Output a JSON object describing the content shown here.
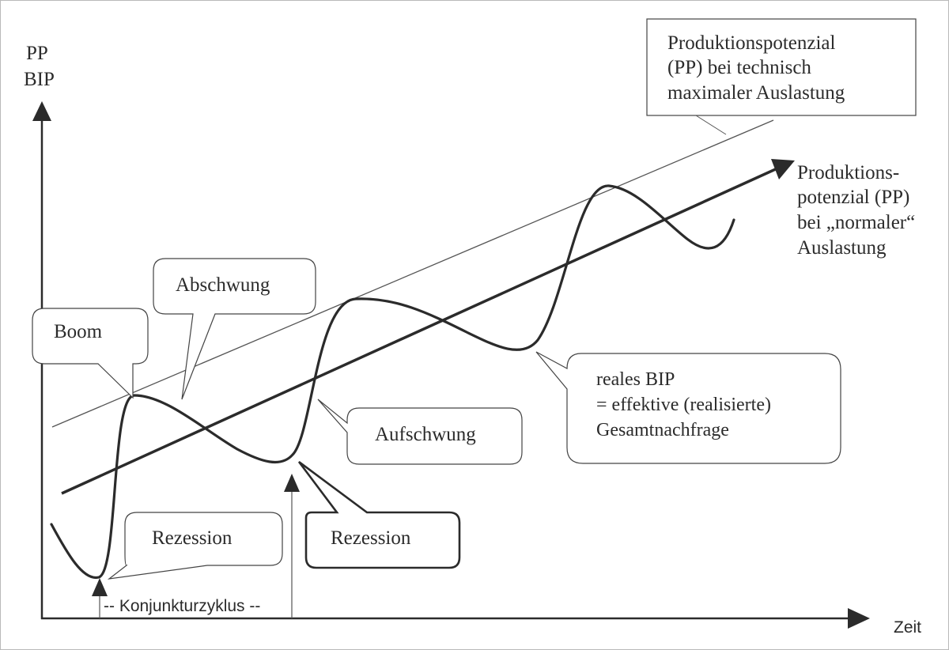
{
  "axes": {
    "y_label_1": "PP",
    "y_label_2": "BIP",
    "x_label": "Zeit"
  },
  "box_pp_max": {
    "line1": "Produktionspotenzial",
    "line2": "(PP)  bei technisch",
    "line3": "maximaler Auslastung"
  },
  "label_pp_normal": {
    "line1": "Produktions-",
    "line2": "potenzial (PP)",
    "line3": "bei „normaler“",
    "line4": "Auslastung"
  },
  "callouts": {
    "boom": "Boom",
    "abschwung": "Abschwung",
    "aufschwung": "Aufschwung",
    "rezession_1": "Rezession",
    "rezession_2": "Rezession",
    "bip_line1": "reales BIP",
    "bip_line2": "= effektive (realisierte)",
    "bip_line3": "Gesamtnachfrage"
  },
  "cycle_label": "-- Konjunkturzyklus --",
  "colors": {
    "line": "#2b2b2b",
    "thin_line": "#555555",
    "bubble_border": "#444444",
    "background": "#ffffff"
  }
}
